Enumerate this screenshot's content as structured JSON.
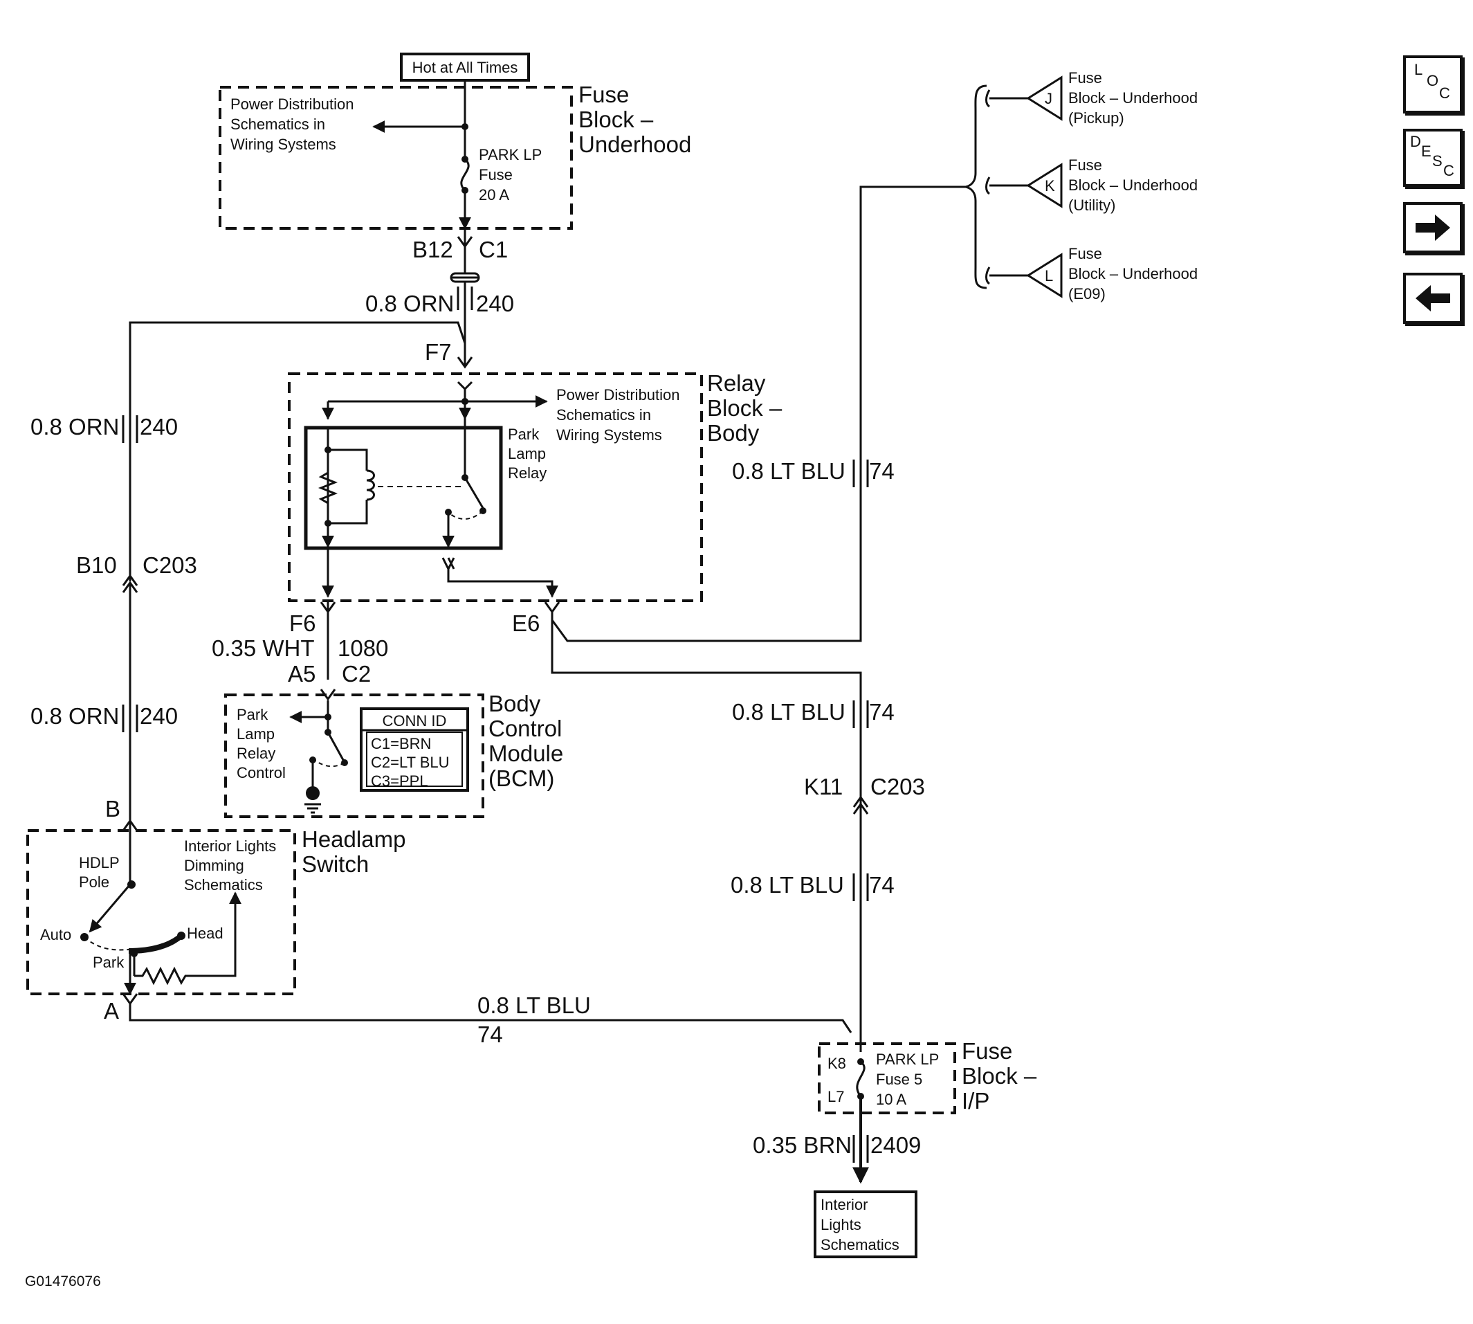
{
  "diagram_id": "G01476076",
  "nav": {
    "loc": [
      "L",
      "O",
      "C"
    ],
    "desc": [
      "D",
      "E",
      "S",
      "C"
    ],
    "next_icon": "arrow-right-icon",
    "prev_icon": "arrow-left-icon"
  },
  "top_label": "Hot at All Times",
  "fuse_block_underhood": {
    "title": [
      "Fuse",
      "Block –",
      "Underhood"
    ],
    "power_dist_ref": [
      "Power Distribution",
      "Schematics in",
      "Wiring Systems"
    ],
    "fuse": [
      "PARK LP",
      "Fuse",
      "20 A"
    ],
    "pin": "B12",
    "conn": "C1"
  },
  "wires": {
    "w240_top": {
      "size": "0.8 ORN",
      "circuit": "240"
    },
    "w240_left_upper": {
      "size": "0.8 ORN",
      "circuit": "240"
    },
    "w240_left_lower": {
      "size": "0.8 ORN",
      "circuit": "240"
    },
    "w1080": {
      "size": "0.35 WHT",
      "circuit": "1080"
    },
    "w74_right_top": {
      "size": "0.8 LT BLU",
      "circuit": "74"
    },
    "w74_right_mid": {
      "size": "0.8 LT BLU",
      "circuit": "74"
    },
    "w74_right_low": {
      "size": "0.8 LT BLU",
      "circuit": "74"
    },
    "w74_bottom": {
      "size": "0.8 LT BLU",
      "circuit": "74"
    },
    "w2409": {
      "size": "0.35 BRN",
      "circuit": "2409"
    }
  },
  "relay_block": {
    "title": [
      "Relay",
      "Block –",
      "Body"
    ],
    "pin_in": "F7",
    "pin_out": "F6",
    "pin_e": "E6",
    "relay_name": [
      "Park",
      "Lamp",
      "Relay"
    ],
    "power_dist_ref": [
      "Power Distribution",
      "Schematics in",
      "Wiring Systems"
    ]
  },
  "connectors": {
    "c203_upper": {
      "pin": "B10",
      "conn": "C203"
    },
    "c2": {
      "pin": "A5",
      "conn": "C2"
    },
    "c203_lower": {
      "pin": "K11",
      "conn": "C203"
    },
    "hdlp_b": "B",
    "hdlp_a": "A"
  },
  "bcm": {
    "title": [
      "Body",
      "Control",
      "Module",
      "(BCM)"
    ],
    "control": [
      "Park",
      "Lamp",
      "Relay",
      "Control"
    ],
    "conn_id_title": "CONN ID",
    "conn_ids": [
      "C1=BRN",
      "C2=LT BLU",
      "C3=PPL"
    ]
  },
  "headlamp_switch": {
    "title": [
      "Headlamp",
      "Switch"
    ],
    "pole": [
      "HDLP",
      "Pole"
    ],
    "dimming": [
      "Interior Lights",
      "Dimming",
      "Schematics"
    ],
    "auto": "Auto",
    "head": "Head",
    "park": "Park"
  },
  "fuse_refs": [
    {
      "letter": "J",
      "lines": [
        "Fuse",
        "Block – Underhood",
        "(Pickup)"
      ]
    },
    {
      "letter": "K",
      "lines": [
        "Fuse",
        "Block – Underhood",
        "(Utility)"
      ]
    },
    {
      "letter": "L",
      "lines": [
        "Fuse",
        "Block – Underhood",
        "(E09)"
      ]
    }
  ],
  "fuse_block_ip": {
    "title": [
      "Fuse",
      "Block –",
      "I/P"
    ],
    "pin_in": "K8",
    "pin_out": "L7",
    "fuse": [
      "PARK LP",
      "Fuse 5",
      "10 A"
    ]
  },
  "interior_lights": [
    "Interior",
    "Lights",
    "Schematics"
  ]
}
